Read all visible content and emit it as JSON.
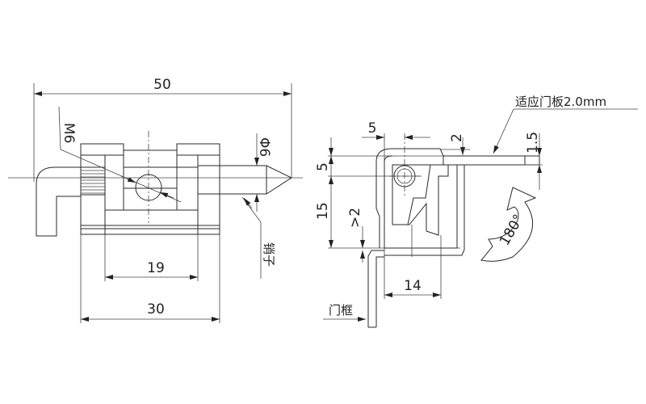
{
  "front_view": {
    "dim_overall_length": "50",
    "dim_thread": "M6",
    "dim_pin_diameter": "Φ6",
    "label_pin": "销子",
    "dim_inner_width": "19",
    "dim_body_width": "30"
  },
  "side_view": {
    "dim_top_offset": "5",
    "dim_gap_top": "2",
    "dim_plate_thickness": "1.5",
    "dim_vertical_5": "5",
    "dim_vertical_15": "15",
    "dim_min_gap": ">2",
    "dim_depth": "14",
    "label_door_panel": "适应门板2.0mm",
    "label_door_frame": "门框",
    "rotation_label": "180°"
  }
}
